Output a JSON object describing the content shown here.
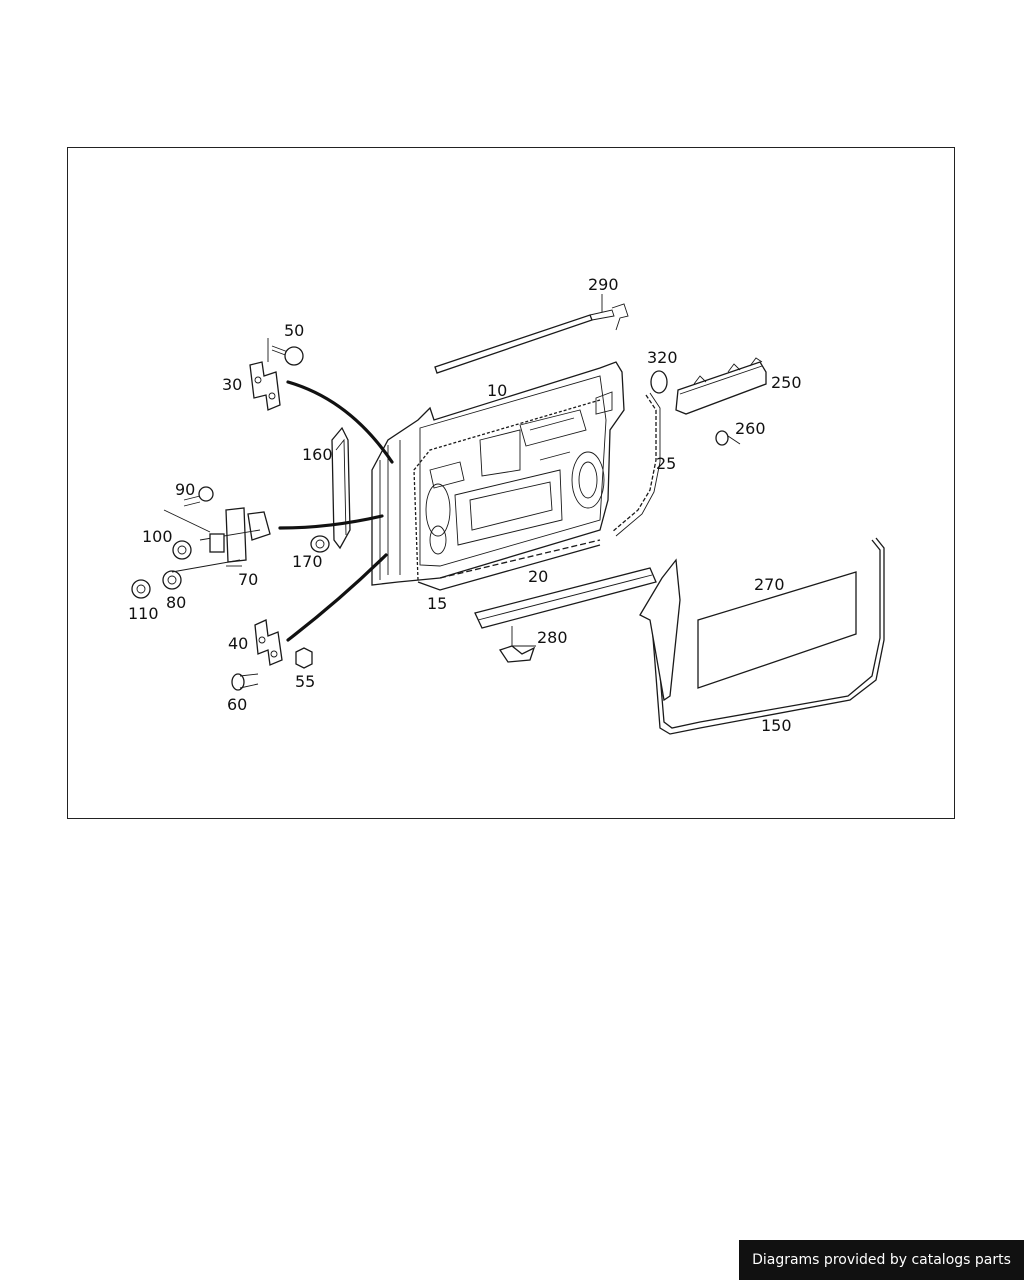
{
  "callouts": {
    "c10": "10",
    "c15": "15",
    "c20": "20",
    "c25": "25",
    "c30": "30",
    "c40": "40",
    "c50": "50",
    "c55": "55",
    "c60": "60",
    "c70": "70",
    "c80": "80",
    "c90": "90",
    "c100": "100",
    "c110": "110",
    "c150": "150",
    "c160": "160",
    "c170": "170",
    "c250": "250",
    "c260": "260",
    "c270": "270",
    "c280": "280",
    "c290": "290",
    "c320": "320"
  },
  "footer": {
    "credit": "Diagrams provided by catalogs parts"
  }
}
